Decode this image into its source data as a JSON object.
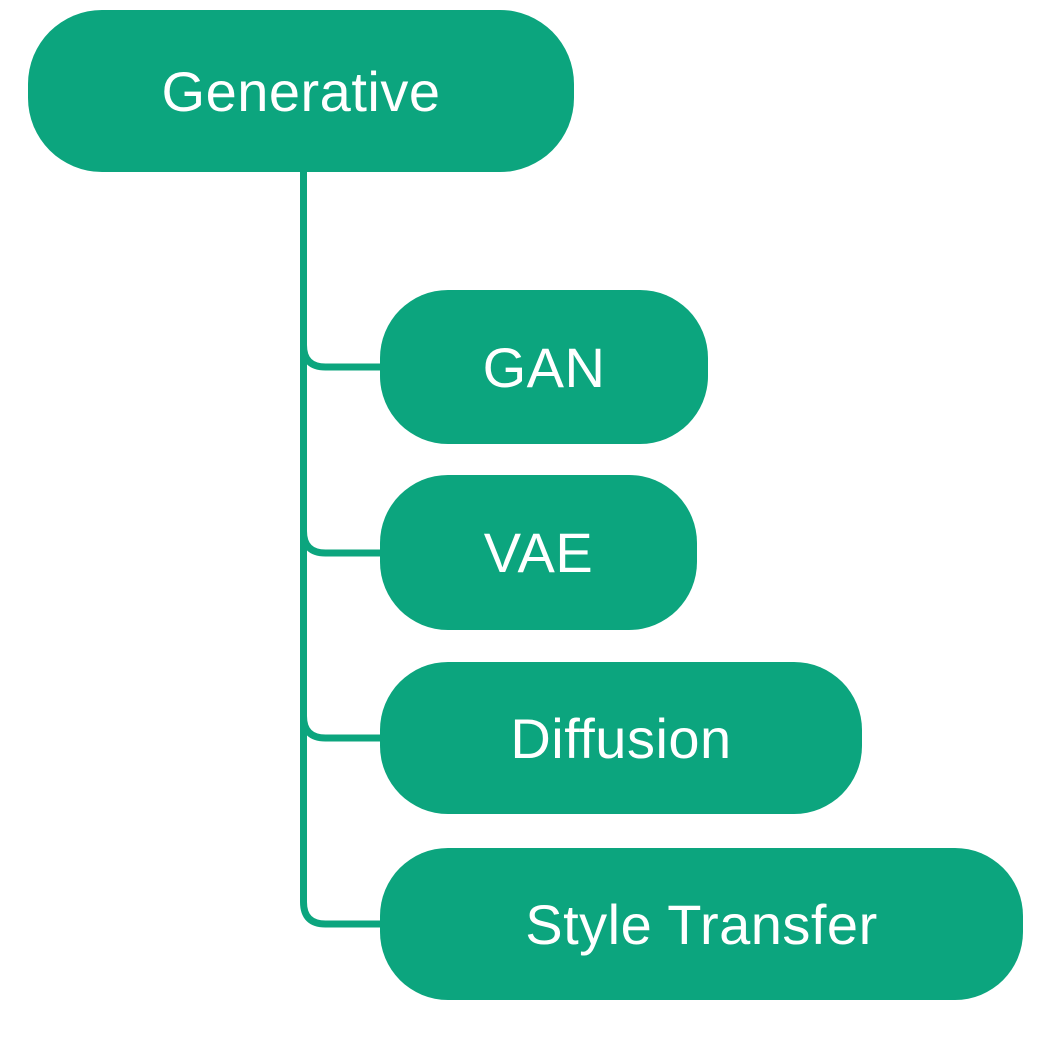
{
  "diagram": {
    "type": "mindmap-tree",
    "root": {
      "label": "Generative"
    },
    "children": [
      {
        "label": "GAN"
      },
      {
        "label": "VAE"
      },
      {
        "label": "Diffusion"
      },
      {
        "label": "Style Transfer"
      }
    ]
  },
  "colors": {
    "node_fill": "#0CA57E",
    "node_text": "#FFFFFF",
    "connector": "#0CA57E",
    "background": "#FFFFFF"
  }
}
